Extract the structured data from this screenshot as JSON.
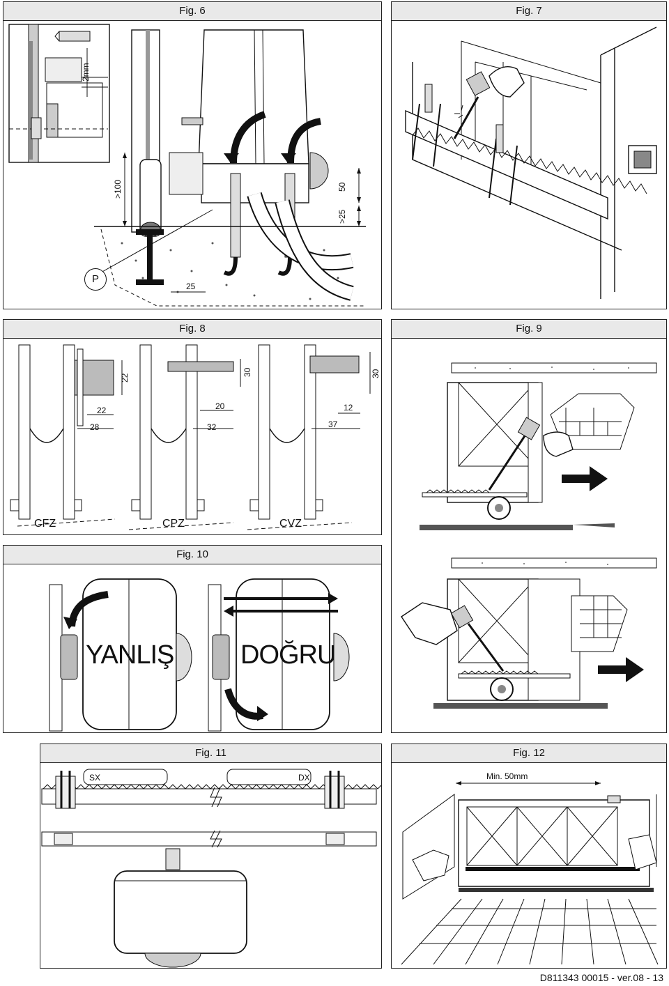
{
  "figures": {
    "fig6": {
      "title": "Fig. 6",
      "dims": {
        "gap": "2mm",
        "height_min": ">100",
        "depth": "50",
        "clearance": ">25",
        "offset": "25"
      },
      "callout": "P"
    },
    "fig7": {
      "title": "Fig. 7"
    },
    "fig8": {
      "title": "Fig. 8",
      "variants": [
        {
          "code": "CFZ",
          "d_top": "22",
          "d_mid": "22",
          "d_bot": "28"
        },
        {
          "code": "CPZ",
          "d_top": "30",
          "d_mid": "20",
          "d_bot": "32"
        },
        {
          "code": "CVZ",
          "d_top": "30",
          "d_mid": "12",
          "d_bot": "37"
        }
      ]
    },
    "fig9": {
      "title": "Fig. 9"
    },
    "fig10": {
      "title": "Fig. 10",
      "wrong": "YANLIŞ",
      "right": "DOĞRU"
    },
    "fig11": {
      "title": "Fig. 11",
      "left": "SX",
      "right": "DX"
    },
    "fig12": {
      "title": "Fig. 12",
      "min_gap": "Min. 50mm"
    }
  },
  "doc_id": "D811343 00015 - ver.08 - 13"
}
